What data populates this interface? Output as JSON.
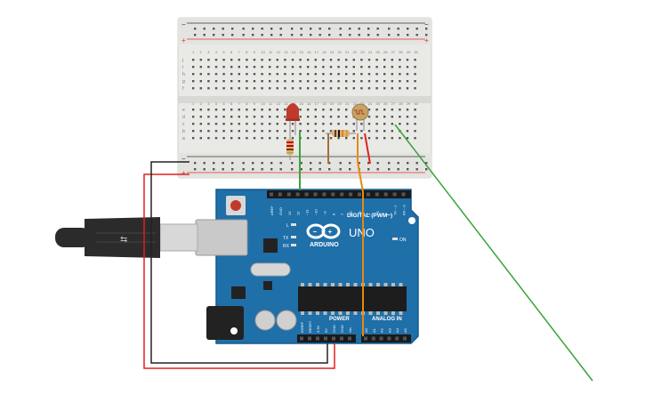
{
  "breadboard": {
    "rail_plus": "+",
    "rail_minus": "−",
    "row_letters_top": [
      "j",
      "i",
      "h",
      "g",
      "f"
    ],
    "row_letters_bottom": [
      "e",
      "d",
      "c",
      "b",
      "a"
    ],
    "column_numbers": [
      "1",
      "2",
      "3",
      "4",
      "5",
      "6",
      "7",
      "8",
      "9",
      "10",
      "11",
      "12",
      "13",
      "14",
      "15",
      "16",
      "17",
      "18",
      "19",
      "20",
      "21",
      "22",
      "23",
      "24",
      "25",
      "26",
      "27",
      "28",
      "29",
      "30"
    ]
  },
  "arduino": {
    "brand": "ARDUINO",
    "model": "UNO",
    "digital_label": "DIGITAL (PWM~)",
    "power_label": "POWER",
    "analog_label": "ANALOG IN",
    "on_label": "ON",
    "led_l": "L",
    "led_tx": "TX",
    "led_rx": "RX",
    "digital_pins": [
      "AREF",
      "GND",
      "13",
      "12",
      "~11",
      "~10",
      "~9",
      "8",
      "7",
      "~6",
      "~5",
      "4",
      "~3",
      "2",
      "TX→1",
      "RX←0"
    ],
    "power_pins": [
      "IOREF",
      "RESET",
      "3.3V",
      "5V",
      "GND",
      "GND",
      "Vin"
    ],
    "analog_pins": [
      "A0",
      "A1",
      "A2",
      "A3",
      "A4",
      "A5"
    ]
  },
  "colors": {
    "board_blue": "#1f6fa8",
    "wire_green": "#3aa33a",
    "wire_orange": "#e8890c",
    "wire_red": "#e02020",
    "wire_black": "#222222",
    "led_red": "#c0392b",
    "breadboard_bg": "#e9e9e6"
  },
  "icons": {
    "usb_plug": "usb-cable-icon",
    "arduino_logo": "infinity-logo-icon"
  }
}
